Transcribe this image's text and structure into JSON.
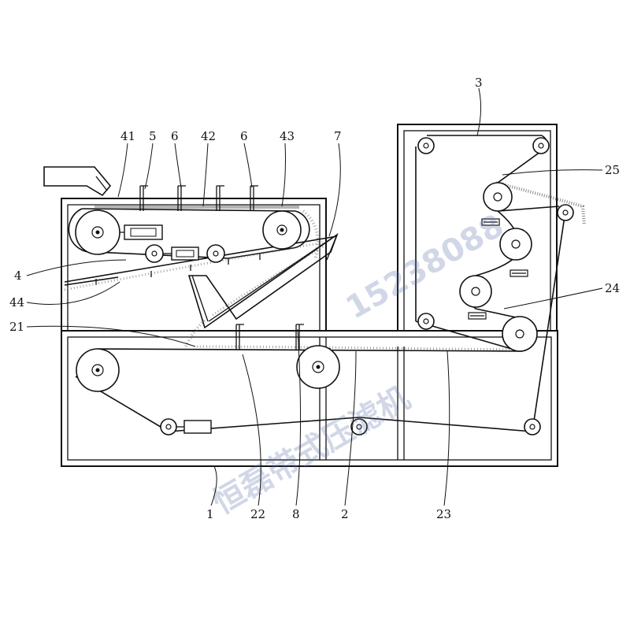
{
  "labels": {
    "l41": "41",
    "l5": "5",
    "l6a": "6",
    "l42": "42",
    "l6b": "6",
    "l43": "43",
    "l7": "7",
    "l3": "3",
    "l25": "25",
    "l4": "4",
    "l44": "44",
    "l21": "21",
    "l24": "24",
    "l1": "1",
    "l22": "22",
    "l8": "8",
    "l2": "2",
    "l23": "23"
  },
  "watermark": {
    "company": "恒磊带式压滤机",
    "phone": "15238088"
  }
}
